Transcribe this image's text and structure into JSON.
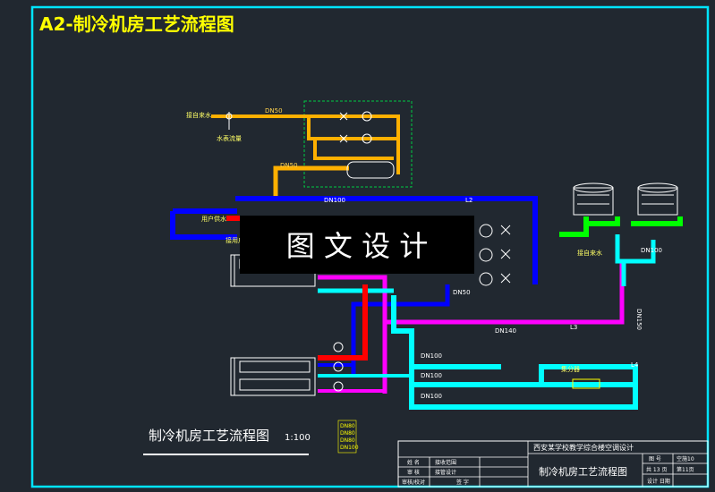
{
  "title": "A2-制冷机房工艺流程图",
  "watermark": "图 文 设 计",
  "drawing_title": "制冷机房工艺流程图",
  "scale": "1:100",
  "labels": {
    "tap_water": "接自来水",
    "water_meter": "水表流量",
    "tap_water_right": "接自来水",
    "user_supply": "用户供水",
    "user_return": "接用户",
    "dn50_a": "DN50",
    "dn50_b": "DN50",
    "dn50_c": "DN50",
    "dn100_top": "DN100",
    "dn100_right": "DN100",
    "dn140": "DN140",
    "dn100_r1": "DN100",
    "dn100_r2": "DN100",
    "dn100_r3": "DN100",
    "dn150": "DN150",
    "l2": "L2",
    "l3": "L3",
    "l4": "L4",
    "collector": "集分器",
    "dn_stack": [
      "DN80",
      "DN80",
      "DN80",
      "DN100"
    ]
  },
  "title_block": {
    "project": "西安某学校教学综合楼空调设计",
    "drawing_name": "制冷机房工艺流程图",
    "row1": [
      "姓 名",
      "接收范围",
      "图 号",
      "空施10"
    ],
    "row2": [
      "审 核",
      "接管设计",
      "共 13 页",
      "第11页"
    ],
    "row3": [
      "审核/校对",
      "签 字",
      "设计 日期"
    ]
  },
  "colors": {
    "background": "#212830",
    "frame": "#00e5ff",
    "title": "#ffff00",
    "chilled_supply": "#0000ff",
    "chilled_return": "#ff00ff",
    "cooling_water": "#00ffff",
    "makeup_water": "#ffb000",
    "hot_line": "#ff0000",
    "tower": "#00ff00"
  }
}
